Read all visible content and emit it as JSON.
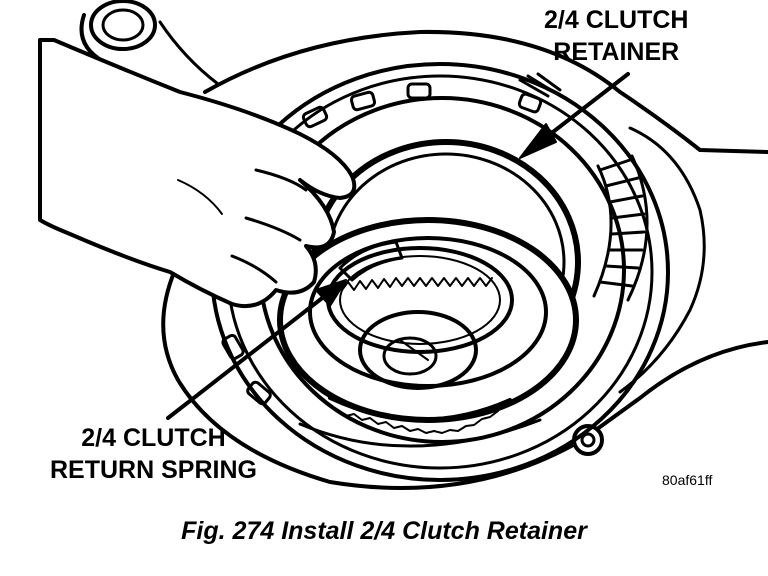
{
  "figure": {
    "callouts": {
      "retainer": {
        "line1": "2/4 CLUTCH",
        "line2": "RETAINER"
      },
      "return_spring": {
        "line1": "2/4 CLUTCH",
        "line2": "RETURN SPRING"
      }
    },
    "code": "80af61ff",
    "caption": "Fig. 274 Install 2/4 Clutch Retainer"
  },
  "colors": {
    "ink": "#000000",
    "paper": "#ffffff"
  }
}
